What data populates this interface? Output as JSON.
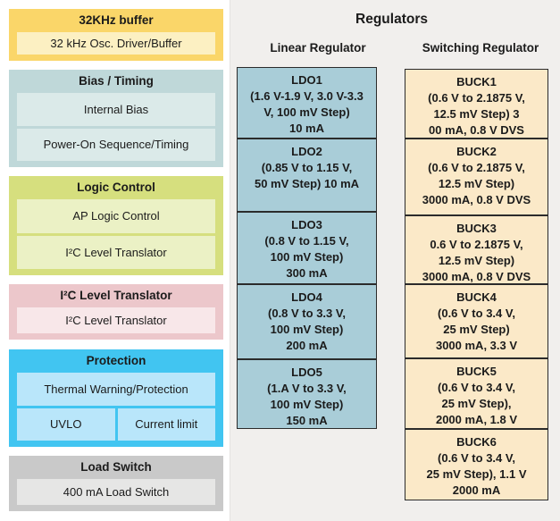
{
  "colors": {
    "page_bg": "#ffffff",
    "panel_bg": "#f1efed",
    "text": "#1b1b1b",
    "unit_border": "#2b2b2b",
    "yellow_outer": "#fad669",
    "yellow_inner": "#fcf0c2",
    "teal_outer": "#bfd8d9",
    "teal_inner": "#dbeae9",
    "green_outer": "#d6df7e",
    "green_inner": "#ebf1c5",
    "pink_outer": "#ecc7cb",
    "pink_inner": "#f8e7e9",
    "blue_outer": "#41c5f1",
    "blue_inner": "#b9e6fa",
    "gray_outer": "#c9c9c9",
    "gray_inner": "#e6e6e5",
    "ldo_fill": "#a9cdd8",
    "buck_fill": "#fbe9c8"
  },
  "left_blocks": [
    {
      "title": "32KHz buffer",
      "items": [
        "32 kHz Osc. Driver/Buffer"
      ]
    },
    {
      "title": "Bias / Timing",
      "items": [
        "Internal Bias",
        "Power-On Sequence/Timing"
      ]
    },
    {
      "title": "Logic Control",
      "items": [
        "AP Logic Control",
        "I²C Level Translator"
      ]
    },
    {
      "title": "I²C Level Translator",
      "items": [
        "I²C Level Translator"
      ]
    },
    {
      "title": "Protection",
      "items": [
        "Thermal Warning/Protection"
      ],
      "row": [
        "UVLO",
        "Current limit"
      ]
    },
    {
      "title": "Load Switch",
      "items": [
        "400 mA Load Switch"
      ]
    }
  ],
  "regulators": {
    "title": "Regulators",
    "linear": {
      "header": "Linear Regulator",
      "units": [
        {
          "name": "LDO1",
          "lines": [
            "LDO1",
            "(1.6 V-1.9 V, 3.0 V-3.3",
            "V, 100 mV Step)",
            "10 mA"
          ]
        },
        {
          "name": "LDO2",
          "lines": [
            "LDO2",
            "(0.85 V to 1.15 V,",
            "50 mV Step) 10 mA"
          ]
        },
        {
          "name": "LDO3",
          "lines": [
            "LDO3",
            "(0.8 V to 1.15 V,",
            "100 mV Step)",
            "300 mA"
          ]
        },
        {
          "name": "LDO4",
          "lines": [
            "LDO4",
            "(0.8 V to 3.3 V,",
            "100 mV Step)",
            "200 mA"
          ]
        },
        {
          "name": "LDO5",
          "lines": [
            "LDO5",
            "(1.A V to 3.3 V,",
            "100 mV Step)",
            "150 mA"
          ]
        }
      ]
    },
    "switching": {
      "header": "Switching Regulator",
      "units": [
        {
          "name": "BUCK1",
          "lines": [
            "BUCK1",
            "(0.6 V to 2.1875 V,",
            "12.5 mV Step) 3",
            "00 mA, 0.8 V DVS"
          ]
        },
        {
          "name": "BUCK2",
          "lines": [
            "BUCK2",
            "(0.6 V to 2.1875 V,",
            "12.5 mV Step)",
            "3000 mA, 0.8 V DVS"
          ]
        },
        {
          "name": "BUCK3",
          "lines": [
            "BUCK3",
            "0.6 V to 2.1875 V,",
            "12.5 mV Step)",
            "3000 mA, 0.8 V DVS"
          ]
        },
        {
          "name": "BUCK4",
          "lines": [
            "BUCK4",
            "(0.6 V to 3.4 V,",
            "25 mV Step)",
            "3000 mA, 3.3 V"
          ]
        },
        {
          "name": "BUCK5",
          "lines": [
            "BUCK5",
            "(0.6 V to 3.4 V,",
            "25 mV Step),",
            "2000 mA, 1.8 V"
          ]
        },
        {
          "name": "BUCK6",
          "lines": [
            "BUCK6",
            "(0.6 V to 3.4 V,",
            "25 mV Step), 1.1 V",
            "2000 mA"
          ]
        }
      ]
    }
  }
}
